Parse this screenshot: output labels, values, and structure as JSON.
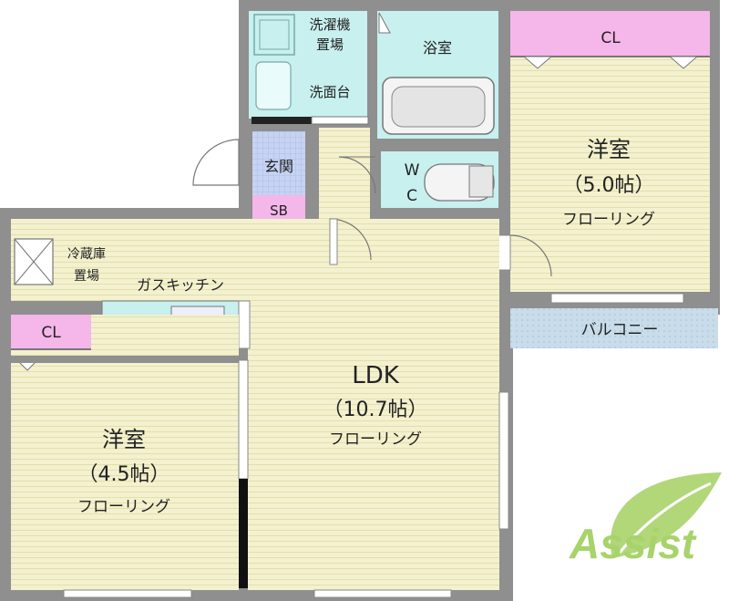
{
  "colors": {
    "wall": "#8f8f8f",
    "floor": "#f3f1cf",
    "floor_line": "#e0dca6",
    "wet": "#c7f0ee",
    "entrance": "#c7d3f3",
    "closet": "#f5b6ea",
    "balcony": "#c8dce9",
    "logo_green": "#a8d36a"
  },
  "labels": {
    "laundry_line1": "洗濯機",
    "laundry_line2": "置場",
    "washbasin": "洗面台",
    "bath": "浴室",
    "entrance": "玄関",
    "sb": "SB",
    "wc_w": "W",
    "wc_c": "C",
    "cl_top": "CL",
    "room1_name": "洋室",
    "room1_size": "（5.0帖）",
    "room1_floor": "フローリング",
    "fridge_line1": "冷蔵庫",
    "fridge_line2": "置場",
    "kitchen": "ガスキッチン",
    "balcony": "バルコニー",
    "cl_left": "CL",
    "ldk_name": "LDK",
    "ldk_size": "（10.7帖）",
    "ldk_floor": "フローリング",
    "room2_name": "洋室",
    "room2_size": "（4.5帖）",
    "room2_floor": "フローリング"
  },
  "logo": {
    "text": "Assist",
    "icon": "leaf-logo-icon"
  }
}
